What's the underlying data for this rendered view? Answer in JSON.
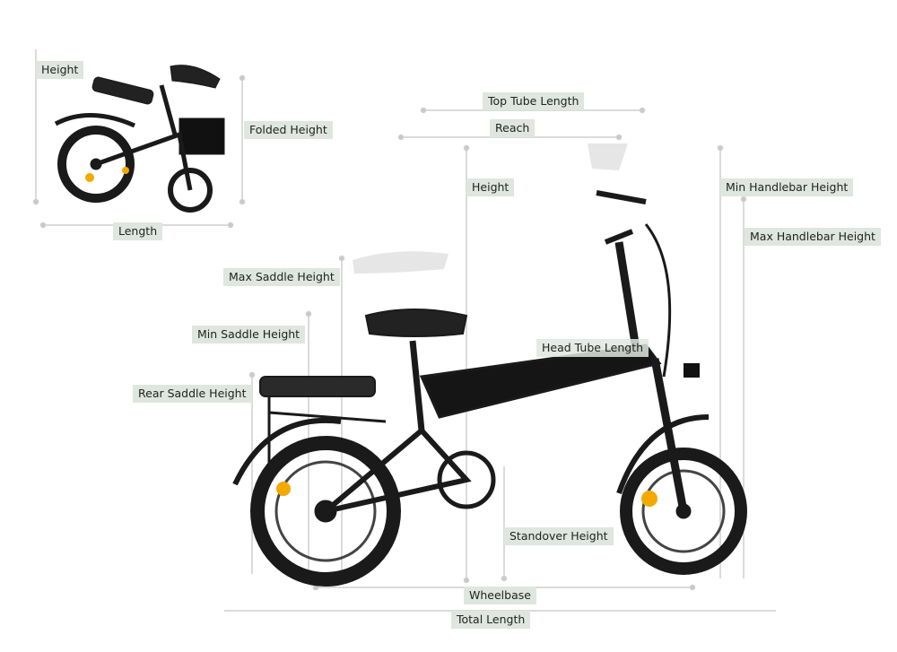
{
  "folded": {
    "height": "Height",
    "folded_height": "Folded Height",
    "length": "Length"
  },
  "unfolded": {
    "top_tube_length": "Top Tube Length",
    "reach": "Reach",
    "height": "Height",
    "min_handlebar_height": "Min Handlebar Height",
    "max_handlebar_height": "Max Handlebar Height",
    "max_saddle_height": "Max Saddle Height",
    "min_saddle_height": "Min Saddle Height",
    "head_tube_length": "Head Tube Length",
    "rear_saddle_height": "Rear Saddle Height",
    "standover_height": "Standover Height",
    "wheelbase": "Wheelbase",
    "total_length": "Total Length"
  },
  "colors": {
    "label_bg": "#dfe6df",
    "dimension_line": "#cfcfcf",
    "bike": "#1a1a1a",
    "reflector": "#f2a900"
  }
}
